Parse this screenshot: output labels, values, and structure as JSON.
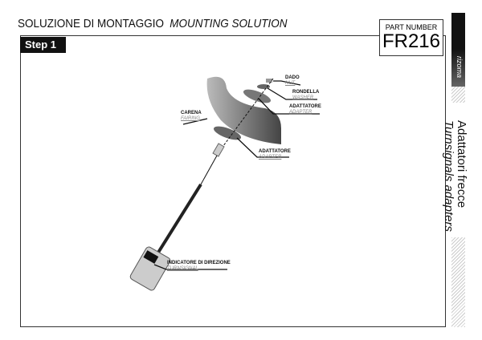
{
  "header": {
    "title_it": "SOLUZIONE DI MONTAGGIO",
    "title_en": "MOUNTING SOLUTION"
  },
  "step": "Step 1",
  "part": {
    "label": "PART NUMBER",
    "number": "FR216"
  },
  "brand": "rizoma",
  "product": {
    "it": "Adattatori frecce",
    "en": "Turnsignals adapters"
  },
  "parts": [
    {
      "it": "DADO",
      "en": "NUT"
    },
    {
      "it": "RONDELLA",
      "en": "WASHER"
    },
    {
      "it": "ADATTATORE",
      "en": "ADAPTER"
    },
    {
      "it": "CARENA",
      "en": "FAIRING"
    },
    {
      "it": "ADATTATORE",
      "en": "ADAPTER"
    },
    {
      "it": "INDICATORE DI DIREZIONE",
      "en": "TURNSIGNAL"
    }
  ]
}
